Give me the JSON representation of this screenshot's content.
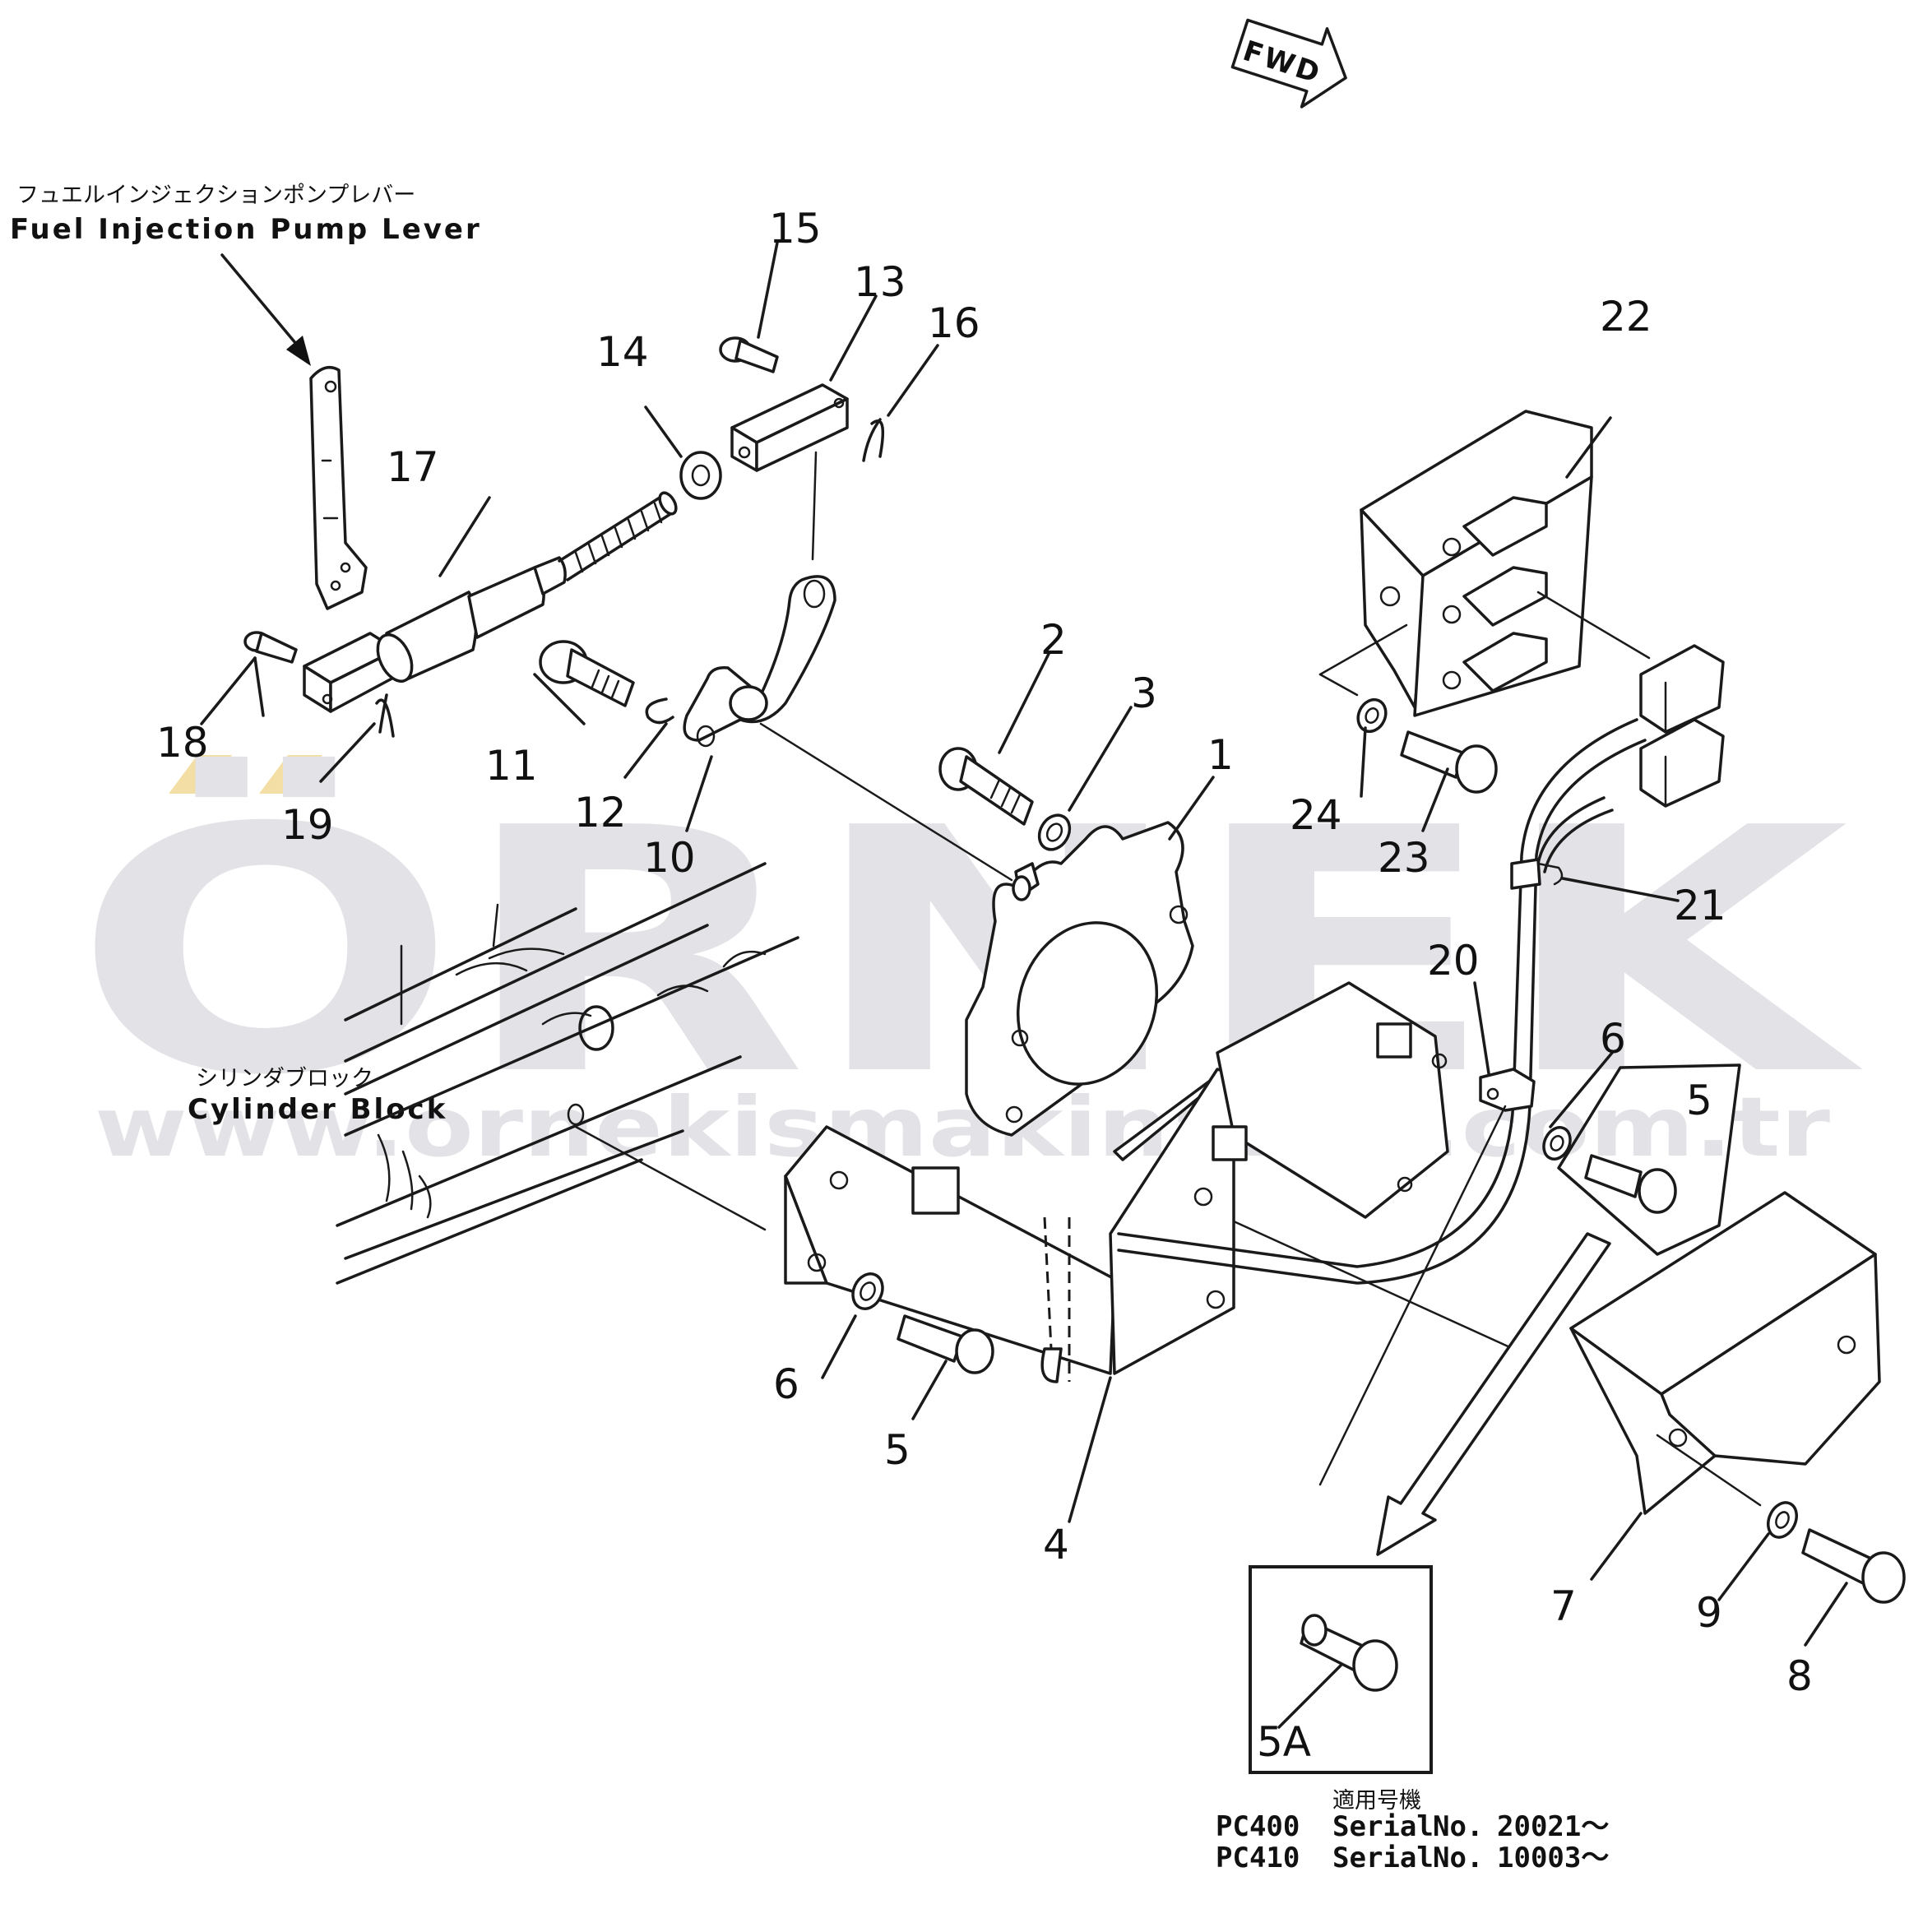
{
  "watermark": {
    "brand": "ÖRNEK",
    "url": "www.ornekismakinalari.com.tr",
    "colors": {
      "grey": "#e3e2e7",
      "accent": "#f3dfa6"
    }
  },
  "fwd_label": "FWD",
  "labels": {
    "fuel_jp": "フュエルインジェクションポンプレバー",
    "fuel_en": "Fuel Injection Pump Lever",
    "cyl_jp": "シリンダブロック",
    "cyl_en": "Cylinder Block",
    "inset_part": "5A"
  },
  "callouts": {
    "c1": "1",
    "c2": "2",
    "c3": "3",
    "c4": "4",
    "c5a": "5",
    "c5b": "5",
    "c6a": "6",
    "c6b": "6",
    "c7": "7",
    "c8": "8",
    "c9": "9",
    "c10": "10",
    "c11": "11",
    "c12": "12",
    "c13": "13",
    "c14": "14",
    "c15": "15",
    "c16": "16",
    "c17": "17",
    "c18": "18",
    "c19": "19",
    "c20": "20",
    "c21": "21",
    "c22": "22",
    "c23": "23",
    "c24": "24"
  },
  "applicability": {
    "title": "適用号機",
    "rows": [
      {
        "model": "PC400",
        "serial_label": "Serial",
        "no_label": "No.",
        "serial": "20021～"
      },
      {
        "model": "PC410",
        "serial_label": "Serial",
        "no_label": "No.",
        "serial": "10003～"
      }
    ]
  }
}
